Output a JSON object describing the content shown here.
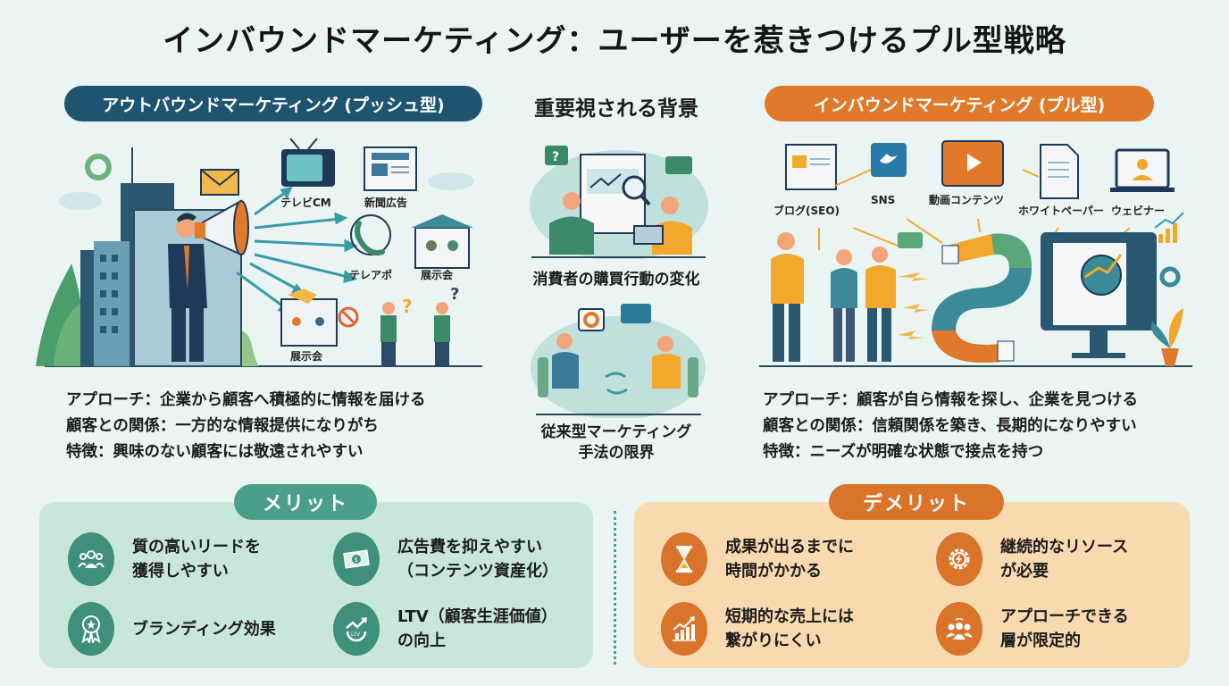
{
  "title": "インバウンドマーケティング：ユーザーを惹きつけるプル型戦略",
  "outbound": {
    "heading": "アウトバウンドマーケティング (プッシュ型)",
    "channels": [
      "テレビCM",
      "新聞広告",
      "テレアポ",
      "展示会",
      "展示会"
    ],
    "description": [
      "アプローチ：企業から顧客へ積極的に情報を届ける",
      "顧客との関係：一方的な情報提供になりがち",
      "特徴：興味のない顧客には敬遠されやすい"
    ]
  },
  "background": {
    "heading": "重要視される背景",
    "items": [
      {
        "caption": "消費者の購買行動の変化"
      },
      {
        "caption_line1": "従来型マーケティング",
        "caption_line2": "手法の限界"
      }
    ]
  },
  "inbound": {
    "heading": "インバウンドマーケティング (プル型)",
    "channels": [
      "ブログ(SEO)",
      "SNS",
      "動画コンテンツ",
      "ホワイトペーパー",
      "ウェビナー"
    ],
    "description": [
      "アプローチ：顧客が自ら情報を探し、企業を見つける",
      "顧客との関係：信頼関係を築き、長期的になりやすい",
      "特徴：ニーズが明確な状態で接点を持つ"
    ]
  },
  "merits": {
    "heading": "メリット",
    "items": [
      {
        "icon": "people-icon",
        "line1": "質の高いリードを",
        "line2": "獲得しやすい"
      },
      {
        "icon": "money-icon",
        "line1": "広告費を抑えやすい",
        "line2": "（コンテンツ資産化）"
      },
      {
        "icon": "award-ribbon-icon",
        "line1": "ブランディング効果",
        "line2": ""
      },
      {
        "icon": "growth-arrow-icon",
        "line1": "LTV（顧客生涯価値）",
        "line2": "の向上"
      }
    ]
  },
  "demerits": {
    "heading": "デメリット",
    "items": [
      {
        "icon": "hourglass-icon",
        "line1": "成果が出るまでに",
        "line2": "時間がかかる"
      },
      {
        "icon": "gear-bolt-icon",
        "line1": "継続的なリソース",
        "line2": "が必要"
      },
      {
        "icon": "bar-chart-icon",
        "line1": "短期的な売上には",
        "line2": "繋がりにくい"
      },
      {
        "icon": "group-icon",
        "line1": "アプローチできる",
        "line2": "層が限定的"
      }
    ]
  },
  "colors": {
    "navy": "#1e5470",
    "orange": "#e07a2a",
    "teal": "#4a9e8a",
    "merit_bg": "#c9e6da",
    "demerit_bg": "#f8d9b0",
    "page_bg": "#eaf4f3"
  }
}
